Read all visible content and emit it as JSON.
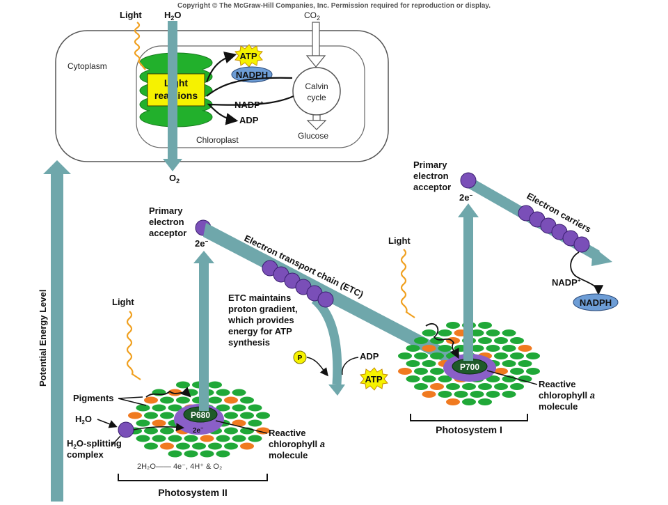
{
  "copyright": "Copyright © The McGraw-Hill Companies, Inc. Permission required for reproduction or display.",
  "overview": {
    "light": "Light",
    "h2o_main": "H",
    "h2o_sub": "2",
    "h2o_end": "O",
    "co2_main": "CO",
    "co2_sub": "2",
    "cytoplasm": "Cytoplasm",
    "light_reactions_1": "Light",
    "light_reactions_2": "reactions",
    "atp": "ATP",
    "nadph": "NADPH",
    "nadp_plus": "NADP",
    "adp": "ADP",
    "calvin_1": "Calvin",
    "calvin_2": "cycle",
    "chloroplast": "Chloroplast",
    "glucose": "Glucose",
    "o2_main": "O",
    "o2_sub": "2"
  },
  "axis_label": "Potential Energy Level",
  "ps2": {
    "acceptor_1": "Primary",
    "acceptor_2": "electron",
    "acceptor_3": "acceptor",
    "two_e": "2e",
    "light": "Light",
    "pigments": "Pigments",
    "h2o": "H",
    "h2o_sub": "2",
    "h2o_end": "O",
    "splitting_1": "H",
    "splitting_1_sub": "2",
    "splitting_1_end": "O-splitting",
    "splitting_2": "complex",
    "p680": "P680",
    "p680_2e": "2e",
    "reactive_1": "Reactive",
    "reactive_2": "chlorophyll",
    "reactive_2_a": "a",
    "reactive_3": "molecule",
    "equation": "2H₂O—— 4e⁻, 4H⁺ & O₂",
    "title": "Photosystem II"
  },
  "etc": {
    "label": "Electron transport chain (ETC)",
    "note_1": "ETC maintains",
    "note_2": "proton gradient,",
    "note_3": "which provides",
    "note_4": "energy for ATP",
    "note_5": "synthesis",
    "p": "P",
    "adp": "ADP",
    "atp": "ATP"
  },
  "ps1": {
    "acceptor_1": "Primary",
    "acceptor_2": "electron",
    "acceptor_3": "acceptor",
    "two_e": "2e",
    "light": "Light",
    "carriers": "Electron carriers",
    "nadp_plus": "NADP",
    "nadph": "NADPH",
    "p700": "P700",
    "reactive_1": "Reactive",
    "reactive_2": "chlorophyll",
    "reactive_2_a": "a",
    "reactive_3": "molecule",
    "title": "Photosystem I"
  },
  "colors": {
    "arrow": "#6fa7ab",
    "purple": "#7a4fb8",
    "green": "#20a838",
    "orange": "#f07a20",
    "yellow": "#f4f000",
    "nadph": "#6d9dd6"
  }
}
